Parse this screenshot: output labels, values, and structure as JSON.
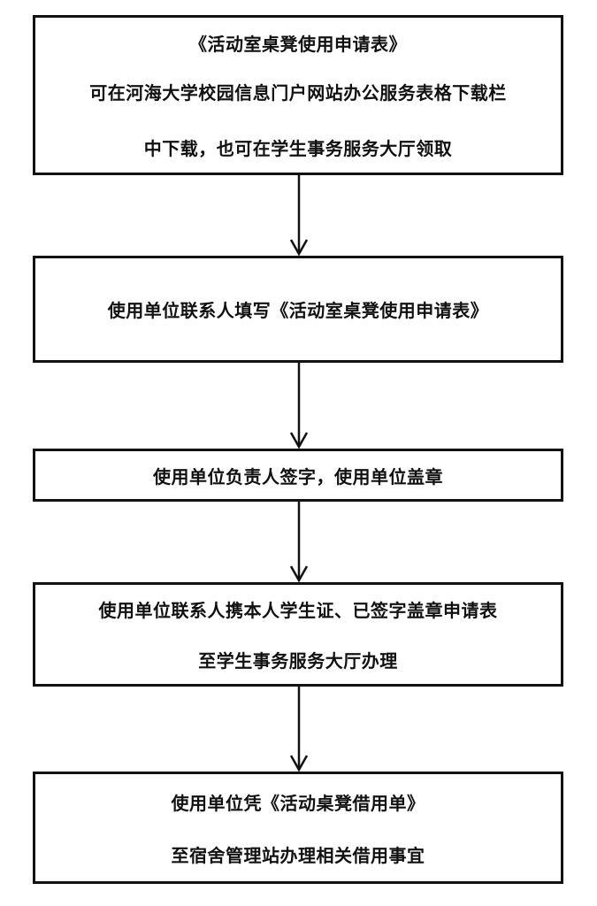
{
  "steps": [
    {
      "lines": [
        "《活动室桌凳使用申请表》",
        "可在河海大学校园信息门户网站办公服务表格下载栏",
        "中下载，也可在学生事务服务大厅领取"
      ]
    },
    {
      "lines": [
        "使用单位联系人填写《活动室桌凳使用申请表》"
      ]
    },
    {
      "lines": [
        "使用单位负责人签字，使用单位盖章"
      ]
    },
    {
      "lines": [
        "使用单位联系人携本人学生证、已签字盖章申请表",
        "至学生事务服务大厅办理"
      ]
    },
    {
      "lines": [
        "使用单位凭《活动桌凳借用单》",
        "至宿舍管理站办理相关借用事宜"
      ]
    }
  ],
  "colors": {
    "stroke": "#111111",
    "background": "#ffffff"
  }
}
